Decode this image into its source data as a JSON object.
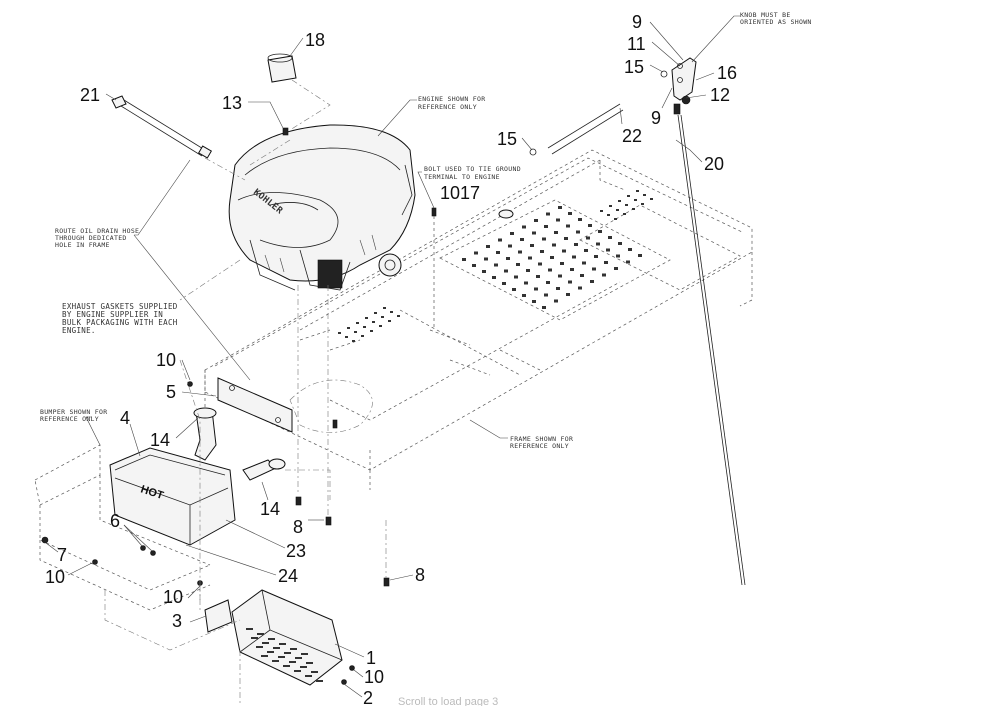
{
  "callouts": {
    "c18": "18",
    "c21": "21",
    "c13": "13",
    "c9a": "9",
    "c11": "11",
    "c15a": "15",
    "c16": "16",
    "c12": "12",
    "c9b": "9",
    "c22": "22",
    "c15b": "15",
    "c20": "20",
    "c1017": "1017",
    "c10a": "10",
    "c5": "5",
    "c4": "4",
    "c14a": "14",
    "c14b": "14",
    "c8a": "8",
    "c6": "6",
    "c23": "23",
    "c7": "7",
    "c24": "24",
    "c10b": "10",
    "c10c": "10",
    "c8b": "8",
    "c3": "3",
    "c1": "1",
    "c10d": "10",
    "c2": "2"
  },
  "notes": {
    "engine": [
      "ENGINE SHOWN FOR",
      "REFERENCE ONLY"
    ],
    "knob": [
      "KNOB MUST BE",
      "ORIENTED AS SHOWN"
    ],
    "bolt": [
      "BOLT USED TO TIE GROUND",
      "TERMINAL TO ENGINE"
    ],
    "oil": [
      "ROUTE OIL DRAIN HOSE",
      "THROUGH DEDICATED",
      "HOLE IN FRAME"
    ],
    "exhaust": [
      "EXHAUST GASKETS SUPPLIED",
      "BY ENGINE SUPPLIER IN",
      "BULK PACKAGING WITH EACH",
      "ENGINE."
    ],
    "bumper": [
      "BUMPER SHOWN FOR",
      "REFERENCE ONLY"
    ],
    "frame": [
      "FRAME SHOWN FOR",
      "REFERENCE ONLY"
    ]
  },
  "labels": {
    "engine_brand": "KOHLER",
    "muffler_text": "HOT"
  },
  "footer": "Scroll to load page 3"
}
